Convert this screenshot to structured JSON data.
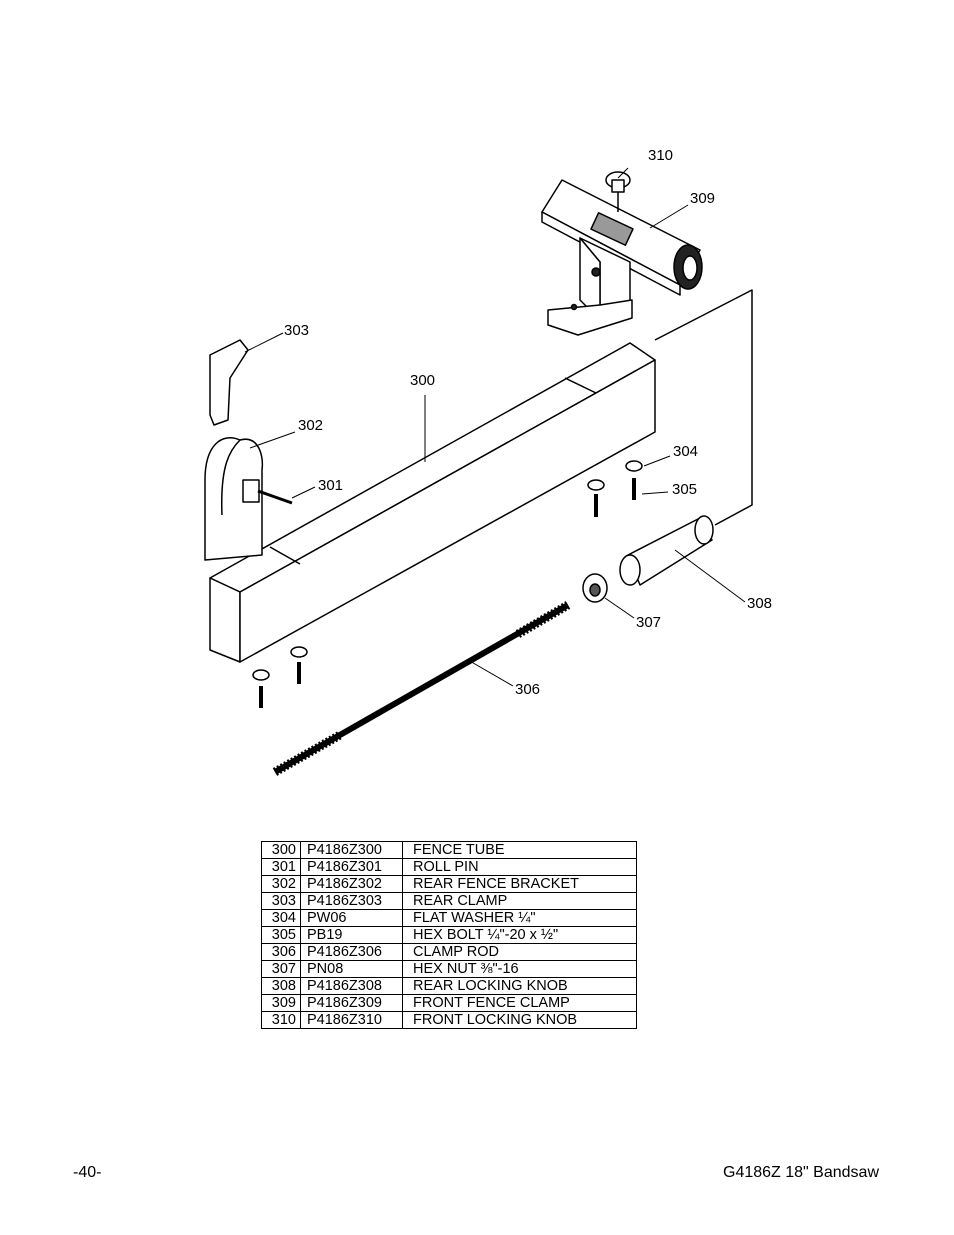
{
  "callouts": {
    "c300": "300",
    "c301": "301",
    "c302": "302",
    "c303": "303",
    "c304": "304",
    "c305": "305",
    "c306": "306",
    "c307": "307",
    "c308": "308",
    "c309": "309",
    "c310": "310"
  },
  "parts": [
    {
      "ref": "300",
      "part_number": "P4186Z300",
      "description": "FENCE TUBE"
    },
    {
      "ref": "301",
      "part_number": "P4186Z301",
      "description": "ROLL PIN"
    },
    {
      "ref": "302",
      "part_number": "P4186Z302",
      "description": "REAR FENCE BRACKET"
    },
    {
      "ref": "303",
      "part_number": "P4186Z303",
      "description": "REAR CLAMP"
    },
    {
      "ref": "304",
      "part_number": "PW06",
      "description": "FLAT WASHER ¼\""
    },
    {
      "ref": "305",
      "part_number": "PB19",
      "description": "HEX BOLT ¼\"-20 x ½\""
    },
    {
      "ref": "306",
      "part_number": "P4186Z306",
      "description": "CLAMP ROD"
    },
    {
      "ref": "307",
      "part_number": "PN08",
      "description": "HEX NUT ⅜\"-16"
    },
    {
      "ref": "308",
      "part_number": "P4186Z308",
      "description": "REAR LOCKING KNOB"
    },
    {
      "ref": "309",
      "part_number": "P4186Z309",
      "description": "FRONT FENCE CLAMP"
    },
    {
      "ref": "310",
      "part_number": "P4186Z310",
      "description": "FRONT LOCKING KNOB"
    }
  ],
  "footer": {
    "page_number": "-40-",
    "model": "G4186Z 18\" Bandsaw"
  }
}
